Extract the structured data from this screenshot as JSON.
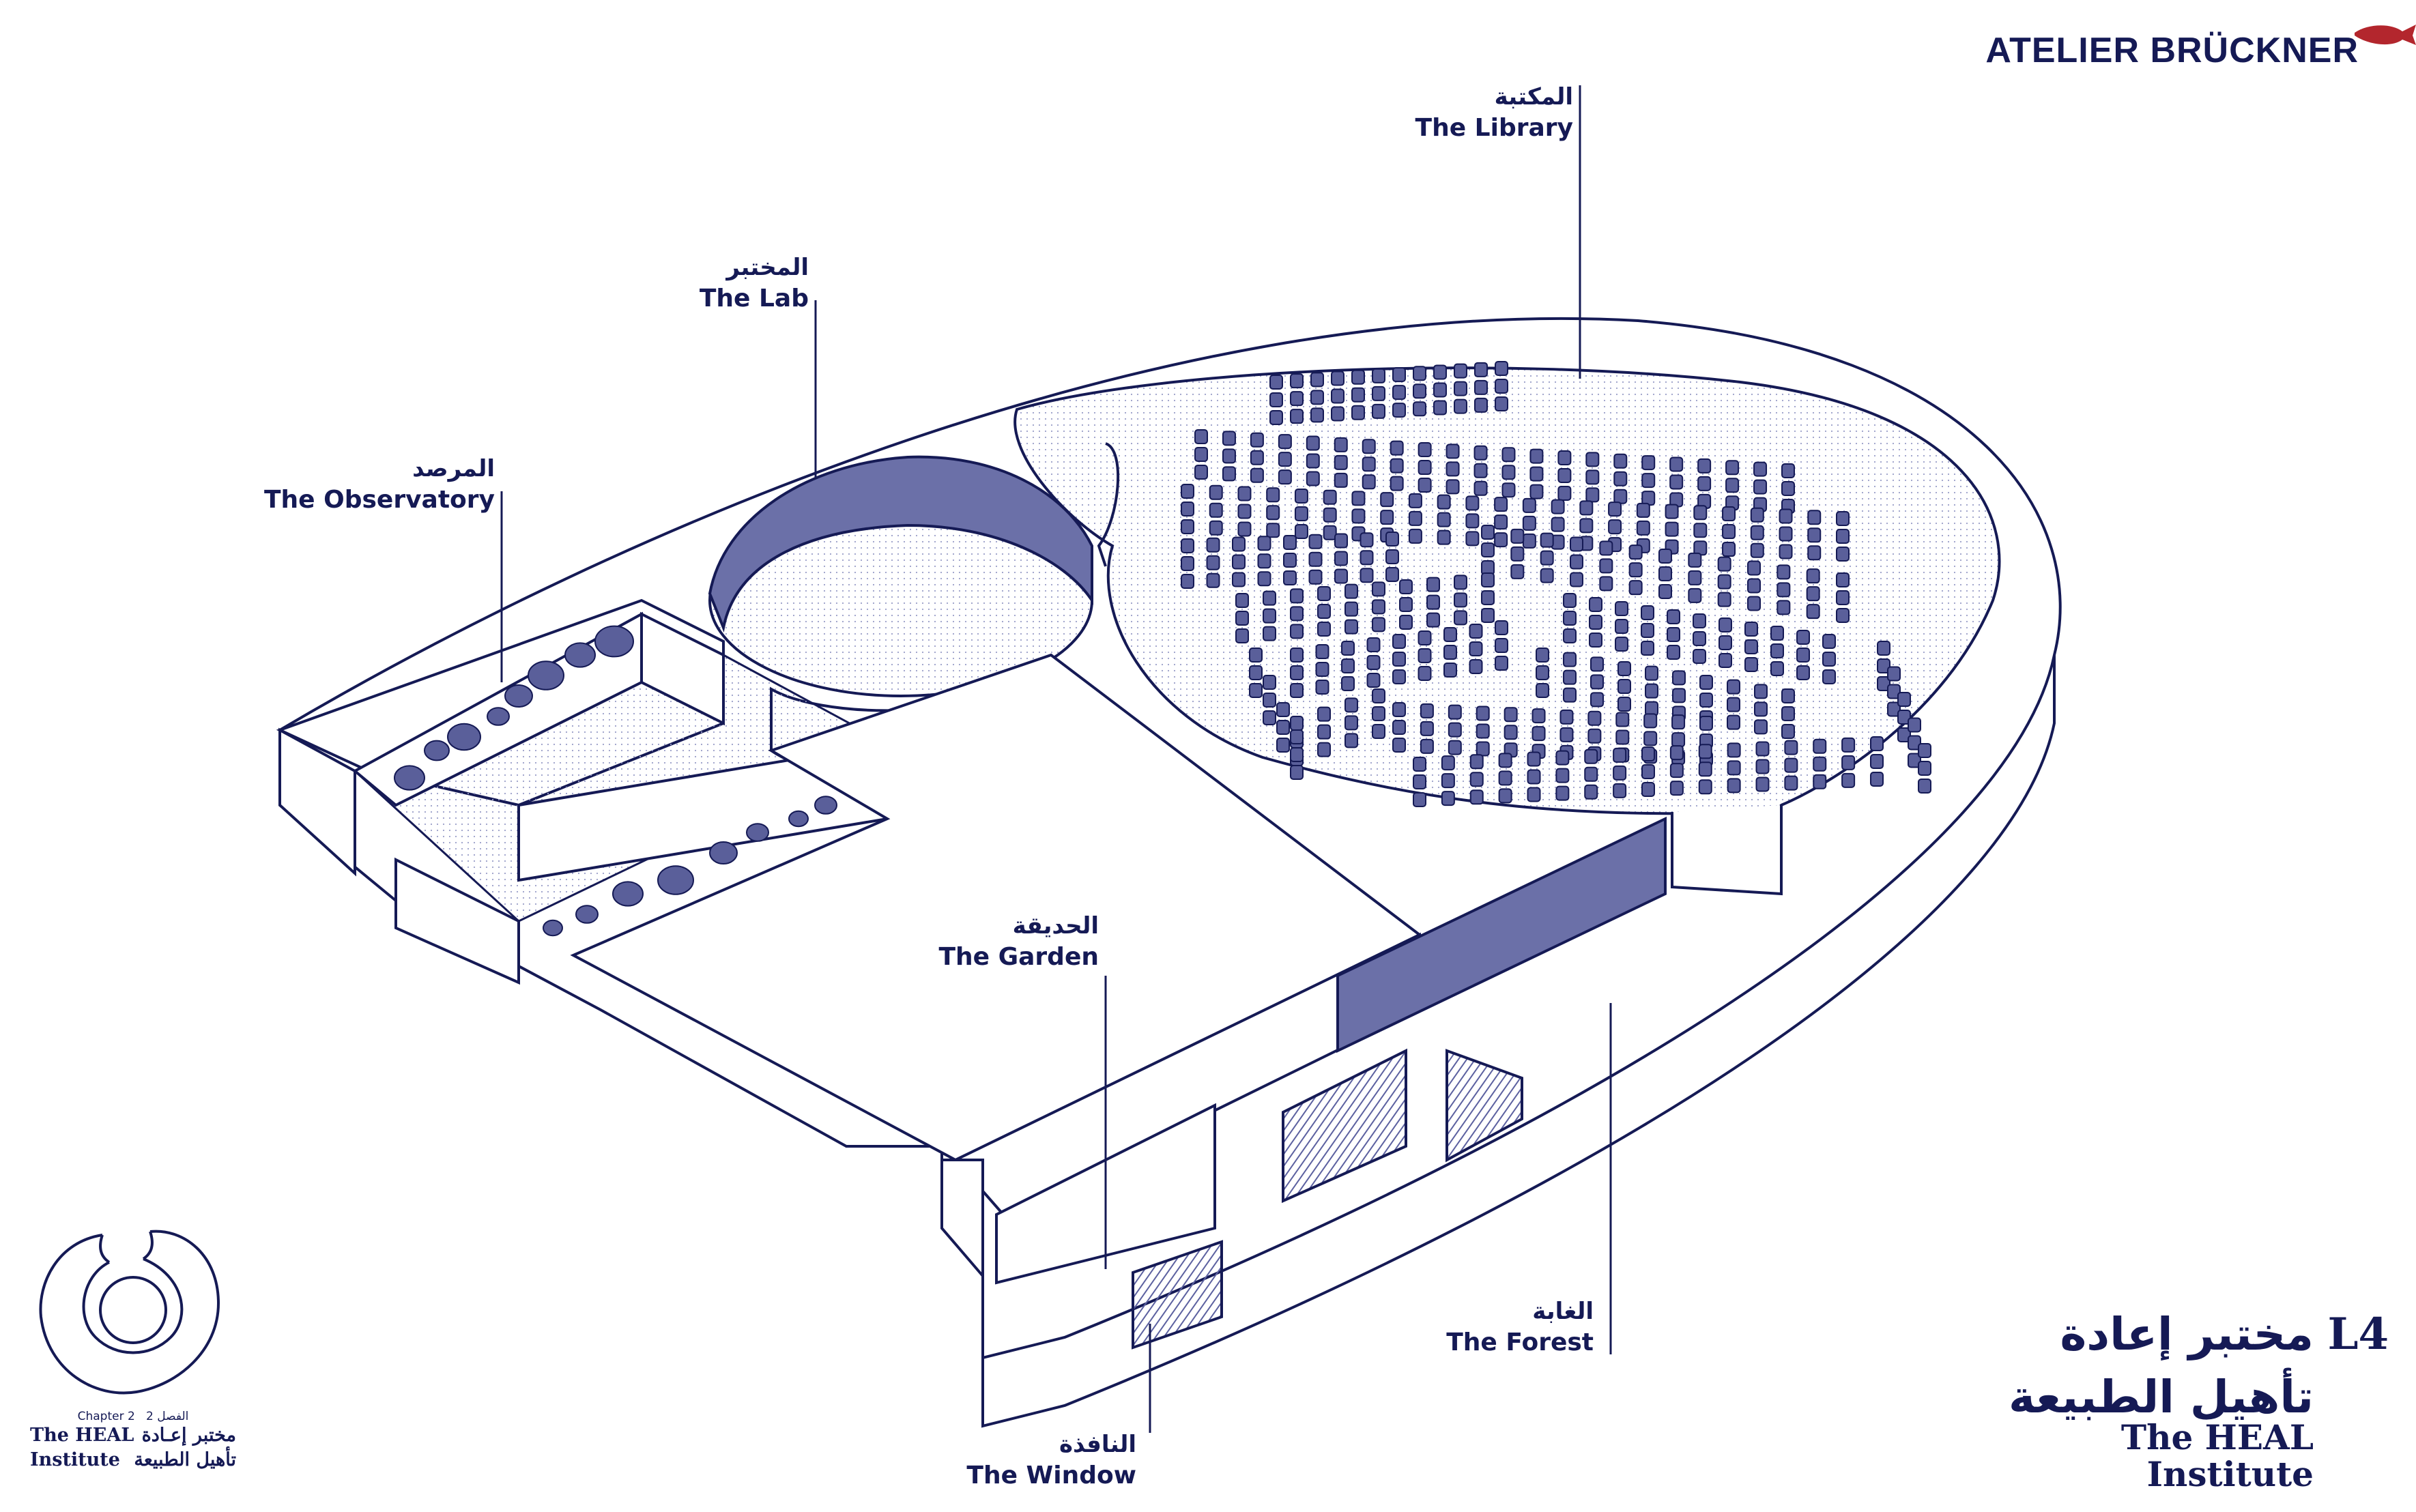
{
  "brand": {
    "name": "ATELIER BRÜCKNER",
    "accent": "#b3262d"
  },
  "colors": {
    "ink": "#151a55",
    "shading": "#8a8fbd",
    "fill": "#ffffff"
  },
  "labels": {
    "library": {
      "ar": "المكتبة",
      "en": "The Library"
    },
    "lab": {
      "ar": "المختبر",
      "en": "The Lab"
    },
    "observatory": {
      "ar": "المرصد",
      "en": "The Observatory"
    },
    "garden": {
      "ar": "الحديقة",
      "en": "The Garden"
    },
    "forest": {
      "ar": "الغابة",
      "en": "The Forest"
    },
    "window": {
      "ar": "النافذة",
      "en": "The Window"
    }
  },
  "level": {
    "code": "L4",
    "title_ar_line1": "مختبر إعادة",
    "title_ar_line2": "تأهيل الطبيعة",
    "title_en_line1": "The HEAL",
    "title_en_line2": "Institute"
  },
  "logo": {
    "chapter_en": "Chapter 2",
    "chapter_ar": "الفصل 2",
    "line1_en": "The HEAL",
    "line1_ar": "مختبر إعـادة",
    "line2_en": "Institute",
    "line2_ar": "تأهيل الطبيعة",
    "icon": "horseshoe-ring-logo-icon"
  }
}
